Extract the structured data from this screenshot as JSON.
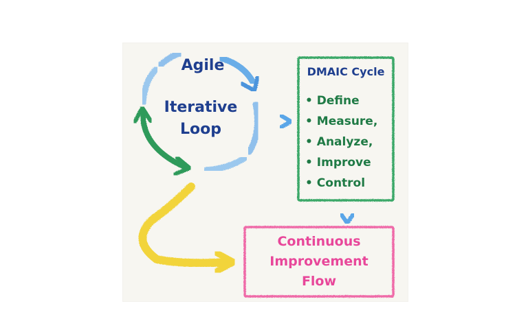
{
  "loop": {
    "line1": "Agile",
    "line2": "Iterative",
    "line3": "Loop"
  },
  "dmaic": {
    "title": "DMAIC Cycle",
    "items": [
      "• Define",
      "• Measure,",
      "• Analyze,",
      "• Improve",
      "• Control"
    ]
  },
  "continuous": {
    "line1": "Continuous",
    "line2": "Improvement",
    "line3": "Flow"
  },
  "colors": {
    "navy_text": "#1f3f8f",
    "green": "#2e9a5a",
    "green_text": "#1f7a45",
    "blue": "#5aa6e8",
    "pink": "#e84f9c",
    "yellow": "#f2d43a"
  }
}
